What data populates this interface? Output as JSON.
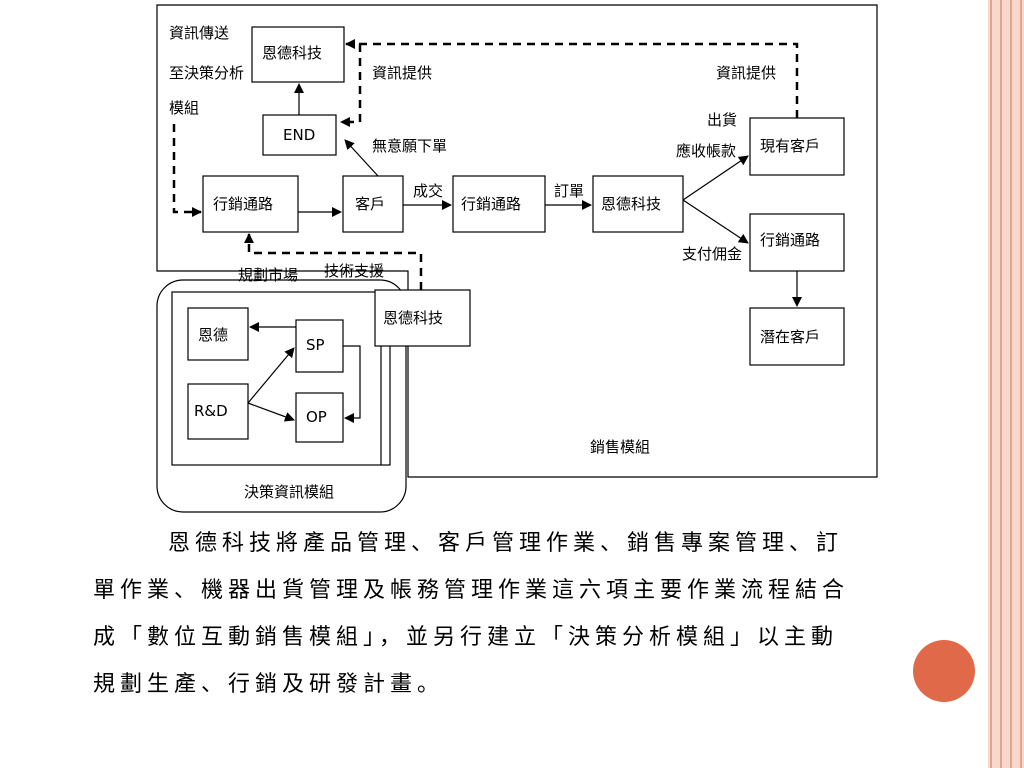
{
  "diagram": {
    "sales_module_label": "銷售模組",
    "decision_module_label": "決策資訊模組",
    "nodes": {
      "ende_top": "恩德科技",
      "end": "END",
      "channel_left": "行銷通路",
      "customer": "客戶",
      "channel_mid": "行銷通路",
      "ende_mid": "恩德科技",
      "existing_customer": "現有客戶",
      "channel_right": "行銷通路",
      "potential_customer": "潛在客戶",
      "ende_bottom": "恩德科技",
      "ende_inner": "恩德",
      "sp": "SP",
      "rd": "R&D",
      "op": "OP"
    },
    "edge_labels": {
      "info_send_1": "資訊傳送",
      "info_send_2": "至決策分析",
      "info_send_3": "模組",
      "info_provide_left": "資訊提供",
      "info_provide_right": "資訊提供",
      "no_order": "無意願下單",
      "deal": "成交",
      "order": "訂單",
      "shipping": "出貨",
      "receivable": "應收帳款",
      "commission": "支付佣金",
      "plan_market": "規劃市場",
      "tech_support": "技術支援"
    }
  },
  "paragraph": {
    "line1": "恩德科技將產品管理、客戶管理作業、銷售專案管理、訂",
    "line2": "單作業、機器出貨管理及帳務管理作業這六項主要作業流程結合",
    "line3": "成「數位互動銷售模組」，並另行建立「決策分析模組」以主動",
    "line4": "規劃生產、行銷及研發計畫。"
  }
}
